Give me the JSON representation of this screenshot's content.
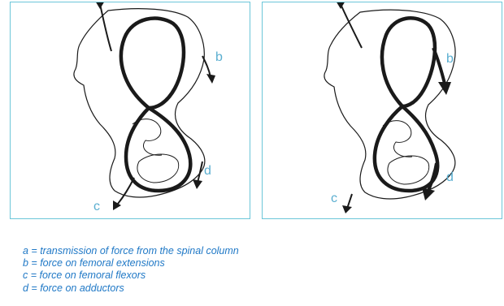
{
  "figure": {
    "panels": [
      {
        "labels": {
          "b": "b",
          "c": "c",
          "d": "d"
        }
      },
      {
        "labels": {
          "b": "b",
          "c": "c",
          "d": "d"
        }
      }
    ],
    "legend": [
      "a = transmission of force from the spinal column",
      "b = force on femoral extensions",
      "c = force on femoral flexors",
      "d = force on adductors"
    ],
    "colors": {
      "frame": "#6cc6d9",
      "label": "#5aaed0",
      "legend_text": "#1f78c6",
      "ink": "#1a1a1a"
    }
  }
}
